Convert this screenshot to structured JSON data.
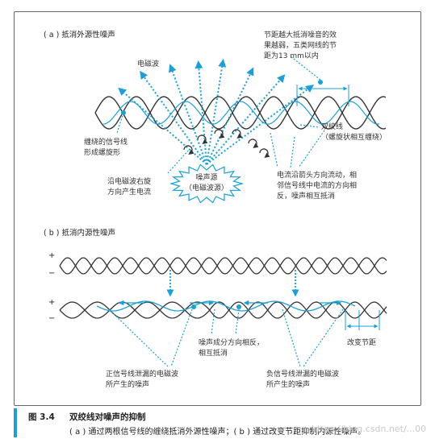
{
  "section_a": {
    "title": "( a ) 抵消外源性噪声",
    "label_em_wave": "电磁波",
    "label_pitch": [
      "节距越大抵消噪音的效",
      "果越弱，五类网线的节",
      "距为13 mm以内"
    ],
    "label_twisted": [
      "缠绕的信号线",
      "形成螺旋形"
    ],
    "label_pair": [
      "双绞线",
      "（螺旋状相互缠绕）"
    ],
    "label_rightspin": [
      "沿电磁波右旋",
      "方向产生电流"
    ],
    "label_noise_source": [
      "噪声源",
      "（电磁波源）"
    ],
    "label_cancel": [
      "电流沿箭头方向流动，相",
      "邻信号线中电流的方向相",
      "反，噪声相互抵消"
    ]
  },
  "section_b": {
    "title": "( b ) 抵消内源性噪声",
    "plus": "+",
    "minus": "−",
    "label_change_pitch": "改变节距",
    "label_opposite": [
      "噪声成分方向相反，",
      "相互抵消"
    ],
    "label_positive": [
      "正信号线泄漏的电磁波",
      "所产生的噪声"
    ],
    "label_negative": [
      "负信号线泄漏的电磁波",
      "所产生的噪声"
    ]
  },
  "caption": {
    "number": "图 3.4",
    "title": "双绞线对噪声的抑制",
    "subtitle": "( a ) 通过两根信号线的缠绕抵消外源性噪声；( b ) 通过改变节距抑制内源性噪声。"
  },
  "watermark": "https://blog.csdn.net/...00",
  "colors": {
    "accent": "#1aa0d8",
    "line": "#333333"
  }
}
